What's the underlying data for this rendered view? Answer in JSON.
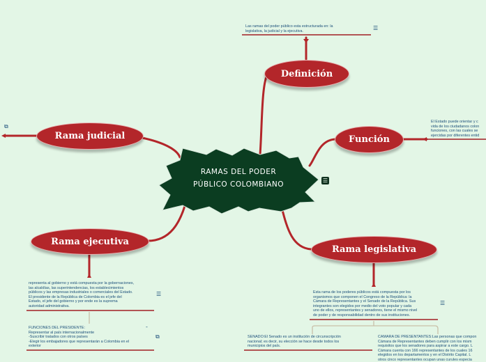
{
  "central": {
    "label": "RAMAS DEL PODER\nPÚBLICO COLOMBIANO"
  },
  "colors": {
    "background": "#e3f6e6",
    "node": "#b3262a",
    "line": "#b3262a",
    "central": "#0b3d21",
    "note_text": "#1b4f7a",
    "underline": "#a11f24"
  },
  "nodes": {
    "definicion": "Definición",
    "funcion": "Función",
    "judicial": "Rama judicial",
    "ejecutiva": "Rama ejecutiva",
    "legislativa": "Rama legislativa"
  },
  "notes": {
    "definicion": "Las ramas del poder público esta estructurada en: la\nlegislativa, la judicial y la ejecutiva.",
    "funcion": "El Estado puede orientar y c\nvida de los ciudadanos colon\nfunciones, con las cuales se\nejercidas por diferentes entid",
    "ejecutiva": "representa al gobierno y está compuesta por la gobernaciones,\nlas alcaldías, las superintendencias, los establecimientos\npúblicos y las empresas industriales o comerciales del Estado.\nEl presidente de la República de Colombia es el jefe del\nEstado, el jefe del gobierno y por ende es la suprema\nautoridad administrativa.",
    "presidente": "FUNCIONES DEL PRESIDENTE:\nRepresentar al país internacionalmente\n-Suscribir tratados con otros países\n-Elegir los embajadores que representarán a Colombia en el\nexterior",
    "legislativa": "Esta rama de los poderes públicos está compuesta por los\norganismos que componen el Congreso de la República: la\nCámara de Representantes y el Senado de la República. Sus\nintegrantes son elegidos por medio del voto popular y cada\nuno de ellos, representantes y senadores, tiene el mismo nivel\nde poder y de responsabilidad dentro de sus instituciones.",
    "senado": "SENADO:El Senado es un institución de circunscripción\nnacional; es decir, su elección se hace desde todos los\nmunicipios del país.",
    "camara": "CÁMARA DE PRESENTANTES:Las personas que compon\nCámara de Representantes deben cumplir con los mism\nrequisitos que los senadores para aspirar a este cargo. L\nCámara cuenta con 166 representantes de los cuales 16\nelegidos en los departamentos y en el Distrito Capital. L\notros cinco representantes ocupan unas curules especia"
  },
  "icons": {
    "notes": "notes-icon",
    "link": "external-link-icon",
    "presidente_dash": "-"
  }
}
